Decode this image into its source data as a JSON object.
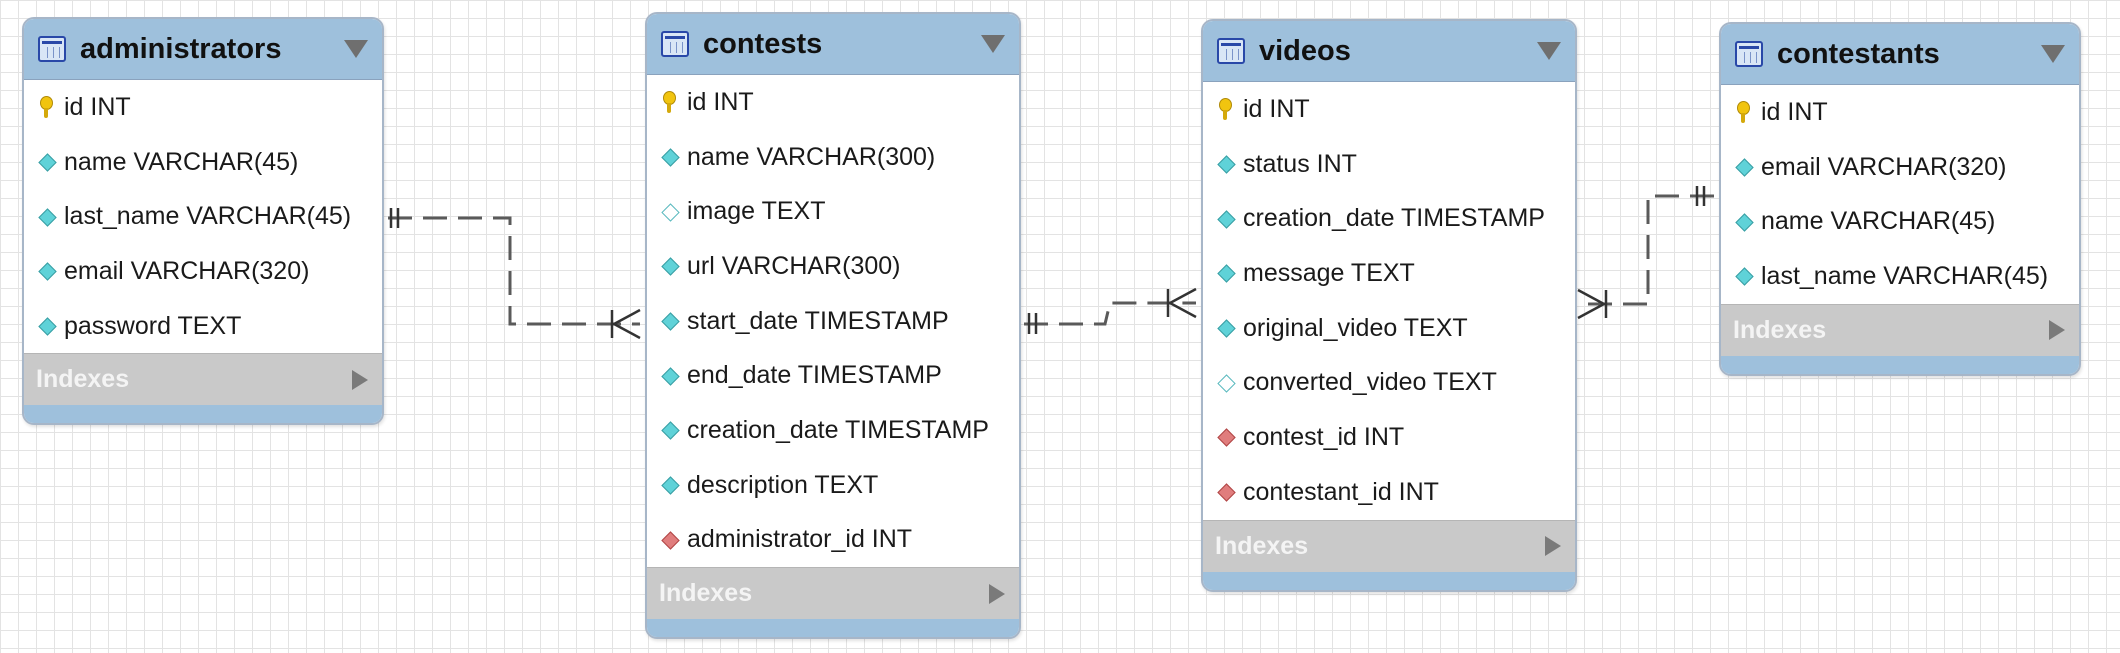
{
  "tables": [
    {
      "name": "administrators",
      "columns": [
        {
          "icon": "primary-key-icon",
          "label": "id INT"
        },
        {
          "icon": "column-icon",
          "label": "name VARCHAR(45)"
        },
        {
          "icon": "column-icon",
          "label": "last_name VARCHAR(45)"
        },
        {
          "icon": "column-icon",
          "label": "email VARCHAR(320)"
        },
        {
          "icon": "column-icon",
          "label": "password TEXT"
        }
      ],
      "indexes_label": "Indexes"
    },
    {
      "name": "contests",
      "columns": [
        {
          "icon": "primary-key-icon",
          "label": "id INT"
        },
        {
          "icon": "column-icon",
          "label": "name VARCHAR(300)"
        },
        {
          "icon": "nullable-column-icon",
          "label": "image TEXT"
        },
        {
          "icon": "column-icon",
          "label": "url VARCHAR(300)"
        },
        {
          "icon": "column-icon",
          "label": "start_date TIMESTAMP"
        },
        {
          "icon": "column-icon",
          "label": "end_date TIMESTAMP"
        },
        {
          "icon": "column-icon",
          "label": "creation_date TIMESTAMP"
        },
        {
          "icon": "column-icon",
          "label": "description TEXT"
        },
        {
          "icon": "foreign-key-icon",
          "label": "administrator_id INT"
        }
      ],
      "indexes_label": "Indexes"
    },
    {
      "name": "videos",
      "columns": [
        {
          "icon": "primary-key-icon",
          "label": "id INT"
        },
        {
          "icon": "column-icon",
          "label": "status INT"
        },
        {
          "icon": "column-icon",
          "label": "creation_date TIMESTAMP"
        },
        {
          "icon": "column-icon",
          "label": "message TEXT"
        },
        {
          "icon": "column-icon",
          "label": "original_video TEXT"
        },
        {
          "icon": "nullable-column-icon",
          "label": "converted_video TEXT"
        },
        {
          "icon": "foreign-key-icon",
          "label": "contest_id INT"
        },
        {
          "icon": "foreign-key-icon",
          "label": "contestant_id INT"
        }
      ],
      "indexes_label": "Indexes"
    },
    {
      "name": "contestants",
      "columns": [
        {
          "icon": "primary-key-icon",
          "label": "id INT"
        },
        {
          "icon": "column-icon",
          "label": "email VARCHAR(320)"
        },
        {
          "icon": "column-icon",
          "label": "name VARCHAR(45)"
        },
        {
          "icon": "column-icon",
          "label": "last_name VARCHAR(45)"
        }
      ],
      "indexes_label": "Indexes"
    }
  ],
  "relationships": [
    {
      "from": "administrators",
      "to": "contests",
      "from_cardinality": "one-and-only-one",
      "to_cardinality": "one-or-many"
    },
    {
      "from": "contests",
      "to": "videos",
      "from_cardinality": "one-and-only-one",
      "to_cardinality": "one-or-many"
    },
    {
      "from": "contestants",
      "to": "videos",
      "from_cardinality": "one-and-only-one",
      "to_cardinality": "one-or-many"
    }
  ],
  "colors": {
    "header": "#9ec0dc",
    "indexes_bar": "#c9c9c9",
    "column_diamond": "#5fd2d8",
    "foreign_key_diamond": "#e07d7d",
    "primary_key": "#f1c40f"
  }
}
